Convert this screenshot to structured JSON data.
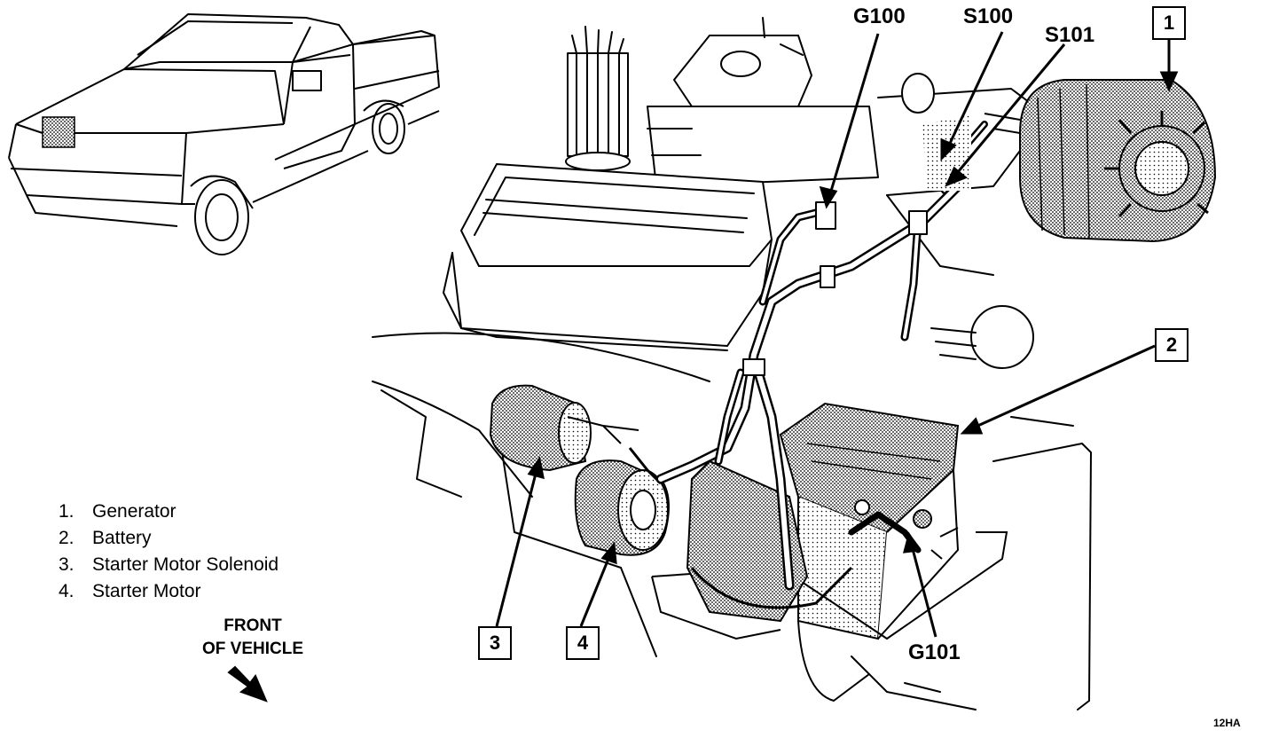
{
  "callouts": {
    "g100": "G100",
    "s100": "S100",
    "s101": "S101",
    "g101": "G101"
  },
  "boxes": {
    "b1": "1",
    "b2": "2",
    "b3": "3",
    "b4": "4"
  },
  "legend": [
    {
      "num": "1.",
      "text": "Generator"
    },
    {
      "num": "2.",
      "text": "Battery"
    },
    {
      "num": "3.",
      "text": "Starter Motor Solenoid"
    },
    {
      "num": "4.",
      "text": "Starter Motor"
    }
  ],
  "front_of_vehicle": {
    "line1": "FRONT",
    "line2": "OF VEHICLE"
  },
  "figure_code": "12HA"
}
